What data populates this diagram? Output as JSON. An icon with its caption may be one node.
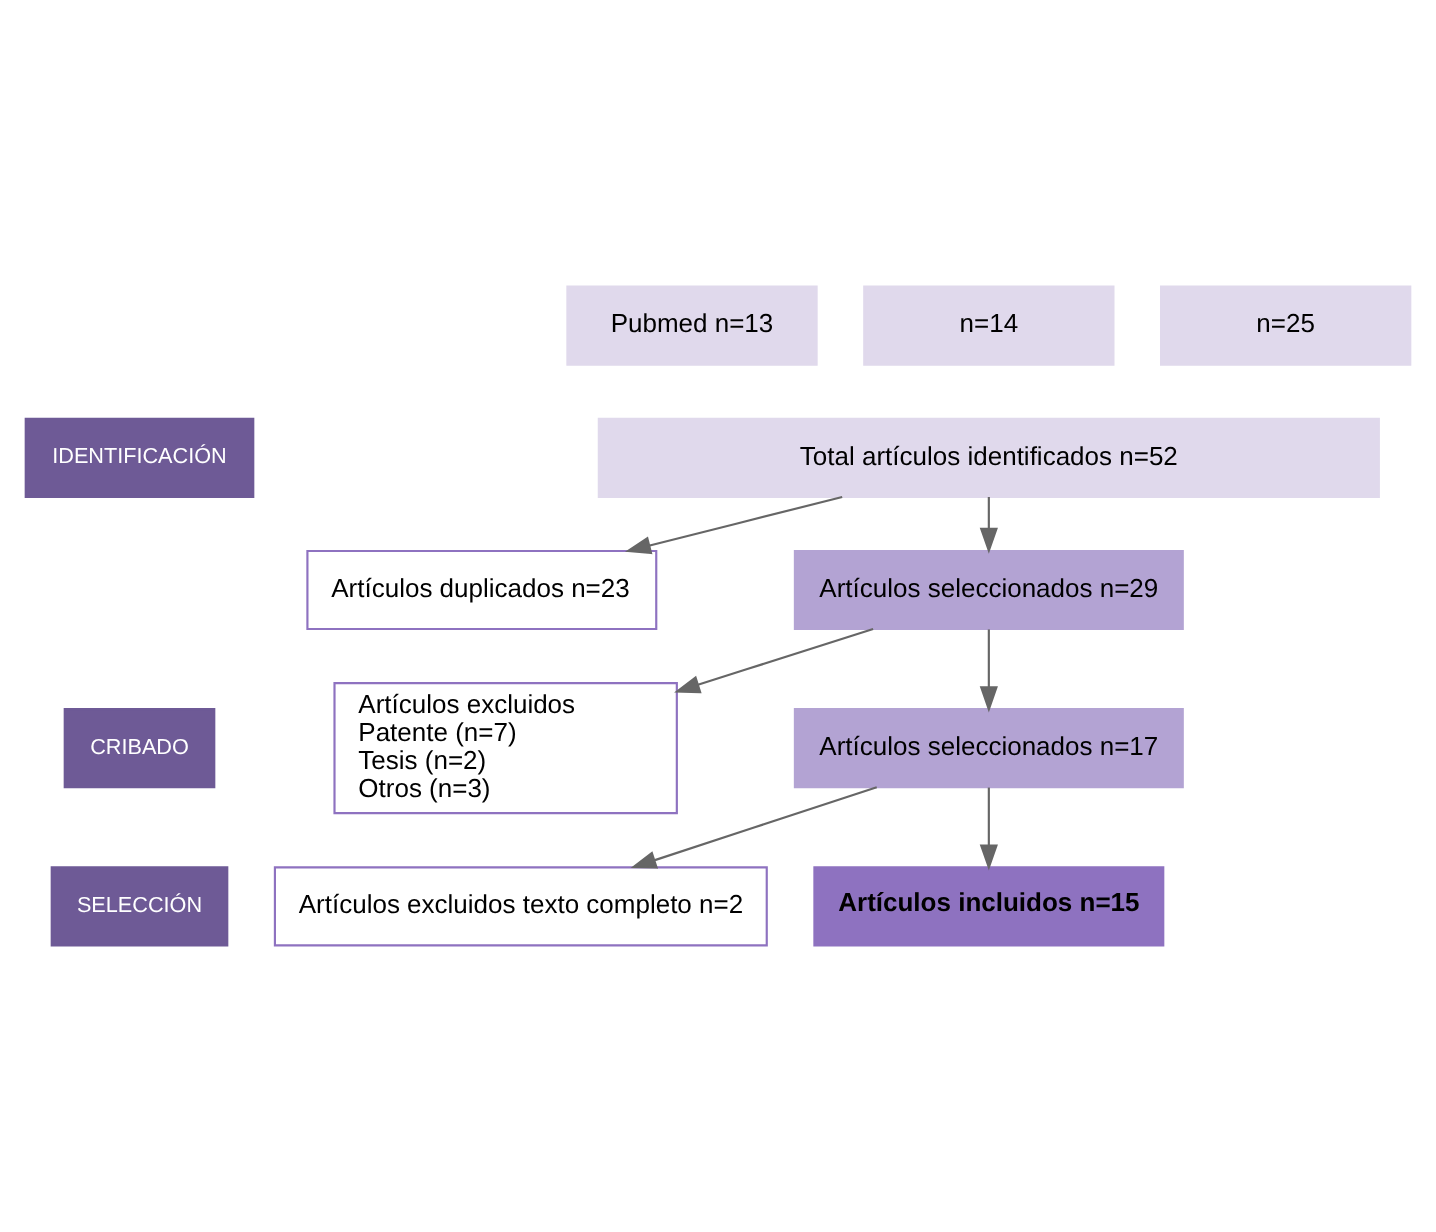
{
  "diagram": {
    "nodes": [
      {
        "text": [
          "IDENTIFICACIÓN"
        ]
      },
      {
        "text": [
          "CRIBADO"
        ]
      },
      {
        "text": [
          "SELECCIÓN"
        ]
      },
      {
        "text": [
          "Pubmed n=13"
        ]
      },
      {
        "text": [
          "n=14"
        ]
      },
      {
        "text": [
          "n=25"
        ]
      },
      {
        "text": [
          "Total artículos identificados n=52"
        ]
      },
      {
        "text": [
          "Artículos duplicados n=23"
        ]
      },
      {
        "text": [
          "Artículos seleccionados n=29"
        ]
      },
      {
        "text": [
          "Artículos excluidos",
          "Patente (n=7)",
          "Tesis (n=2)",
          "Otros (n=3)"
        ]
      },
      {
        "text": [
          "Artículos seleccionados n=17"
        ]
      },
      {
        "text": [
          "Artículos excluidos texto completo n=2"
        ]
      },
      {
        "text": [
          "Artículos incluidos n=15"
        ]
      }
    ],
    "edges": [
      {
        "from": 6,
        "to": 8,
        "arrow": "to"
      },
      {
        "from": 6,
        "to": 7,
        "arrow": "to"
      },
      {
        "from": 8,
        "to": 10,
        "arrow": "to"
      },
      {
        "from": 8,
        "to": 9,
        "arrow": "to"
      },
      {
        "from": 10,
        "to": 12,
        "arrow": "to"
      },
      {
        "from": 10,
        "to": 11,
        "arrow": "to"
      }
    ]
  }
}
